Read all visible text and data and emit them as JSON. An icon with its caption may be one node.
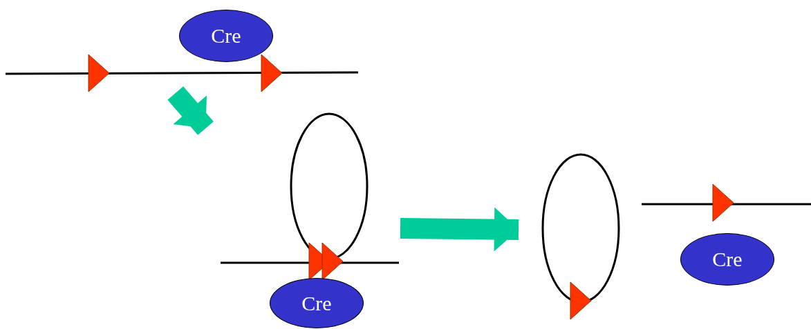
{
  "diagram": {
    "nodes": [
      {
        "text": [
          "Cre"
        ]
      },
      {
        "text": [],
        "shape": "picture"
      },
      {
        "text": [],
        "shape": "picture"
      },
      {
        "text": [
          "Cre"
        ]
      },
      {
        "text": [],
        "shape": "circle"
      },
      {
        "text": [],
        "shape": "picture"
      },
      {
        "text": [
          "Cre"
        ]
      }
    ],
    "edges": [
      {
        "from": 1,
        "to": 2,
        "arrow": "to"
      },
      {
        "from": 2,
        "to": 4,
        "arrow": "to"
      }
    ]
  }
}
